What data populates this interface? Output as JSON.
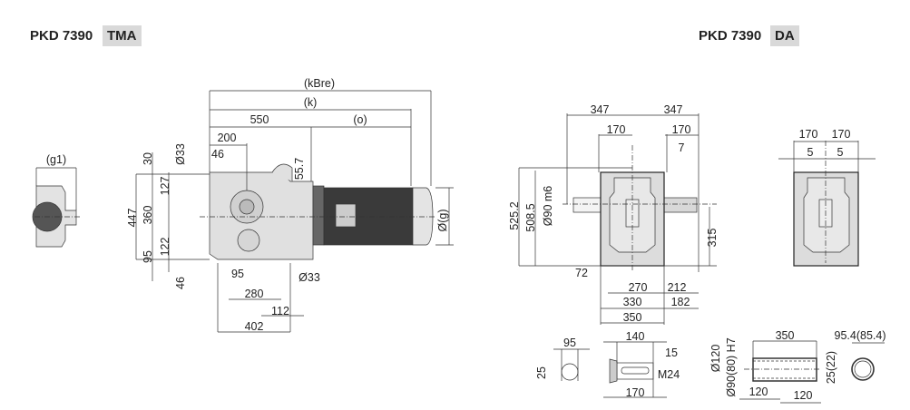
{
  "left_title": {
    "model": "PKD 7390",
    "variant": "TMA"
  },
  "right_title": {
    "model": "PKD 7390",
    "variant": "DA"
  },
  "tma_dims": {
    "g1": "(g1)",
    "kBre": "(kBre)",
    "k": "(k)",
    "d550": "550",
    "o": "(o)",
    "d200": "200",
    "d46a": "46",
    "dia33a": "Ø33",
    "d30": "30",
    "d55_7": "55.7",
    "d127": "127",
    "d447": "447",
    "d360": "360",
    "d122": "122",
    "d95v": "95",
    "d46b": "46",
    "d95h": "95",
    "dia33b": "Ø33",
    "d280": "280",
    "d112": "112",
    "d402": "402",
    "g": "Ø(g)"
  },
  "da_dims": {
    "d347a": "347",
    "d347b": "347",
    "d170a": "170",
    "d170b": "170",
    "d7": "7",
    "d525_2": "525.2",
    "d508_5": "508.5",
    "dia90m6": "Ø90 m6",
    "d315": "315",
    "d72": "72",
    "d270": "270",
    "d212": "212",
    "d330": "330",
    "d182": "182",
    "d350": "350"
  },
  "side_dims": {
    "d170a": "170",
    "d170b": "170",
    "d5a": "5",
    "d5b": "5"
  },
  "shaft_dims": {
    "d95": "95",
    "d25": "25",
    "d140": "140",
    "d15": "15",
    "m24": "M24",
    "d170": "170"
  },
  "hollow_dims": {
    "d350": "350",
    "d95_4": "95.4(85.4)",
    "dia120": "Ø120",
    "dia90h7": "Ø90(80) H7",
    "d120a": "120",
    "d120b": "120",
    "d25_22": "25(22)"
  }
}
